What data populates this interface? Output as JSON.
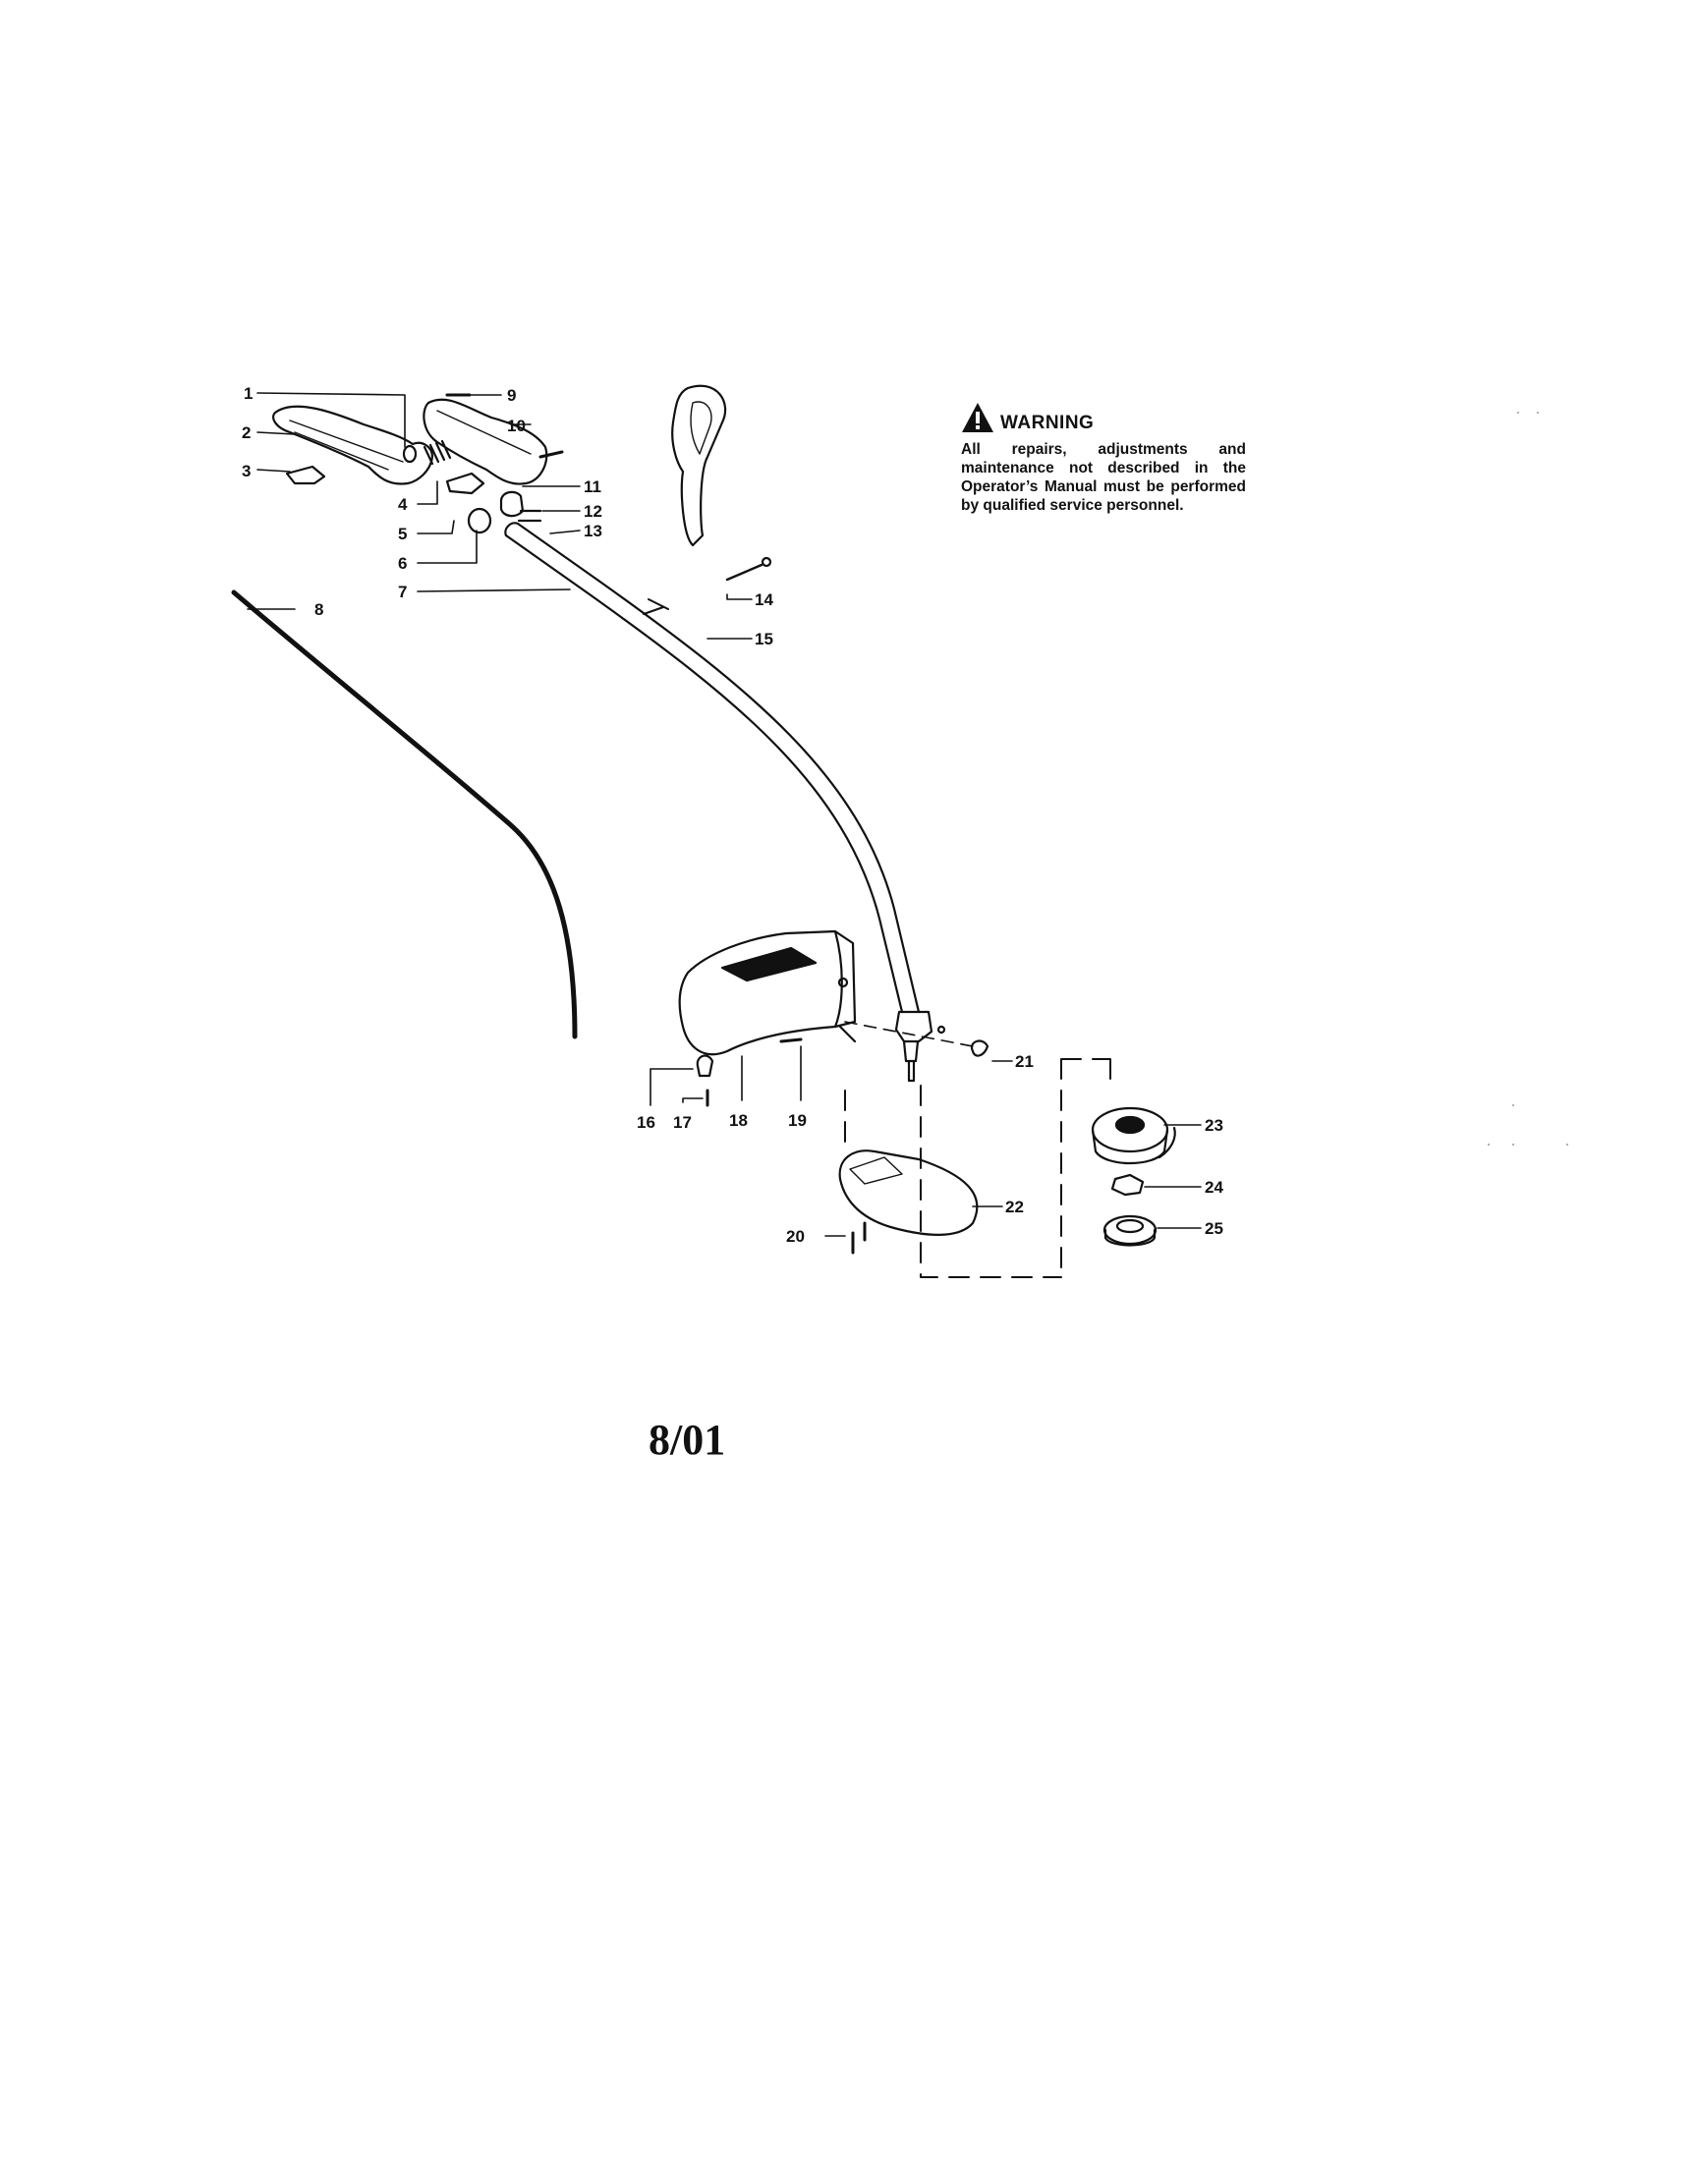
{
  "labels": {
    "p1": "1",
    "p2": "2",
    "p3": "3",
    "p4": "4",
    "p5": "5",
    "p6": "6",
    "p7": "7",
    "p8": "8",
    "p9": "9",
    "p10": "10",
    "p11": "11",
    "p12": "12",
    "p13": "13",
    "p14": "14",
    "p15": "15",
    "p16": "16",
    "p17": "17",
    "p18": "18",
    "p19": "19",
    "p20": "20",
    "p21": "21",
    "p22": "22",
    "p23": "23",
    "p24": "24",
    "p25": "25"
  },
  "warning": {
    "title": "WARNING",
    "text": "All repairs, adjustments and maintenance not described in the Operator’s Manual must be performed by qualified service personnel."
  },
  "date": "8/01",
  "colors": {
    "ink": "#111111",
    "paper": "#ffffff"
  }
}
